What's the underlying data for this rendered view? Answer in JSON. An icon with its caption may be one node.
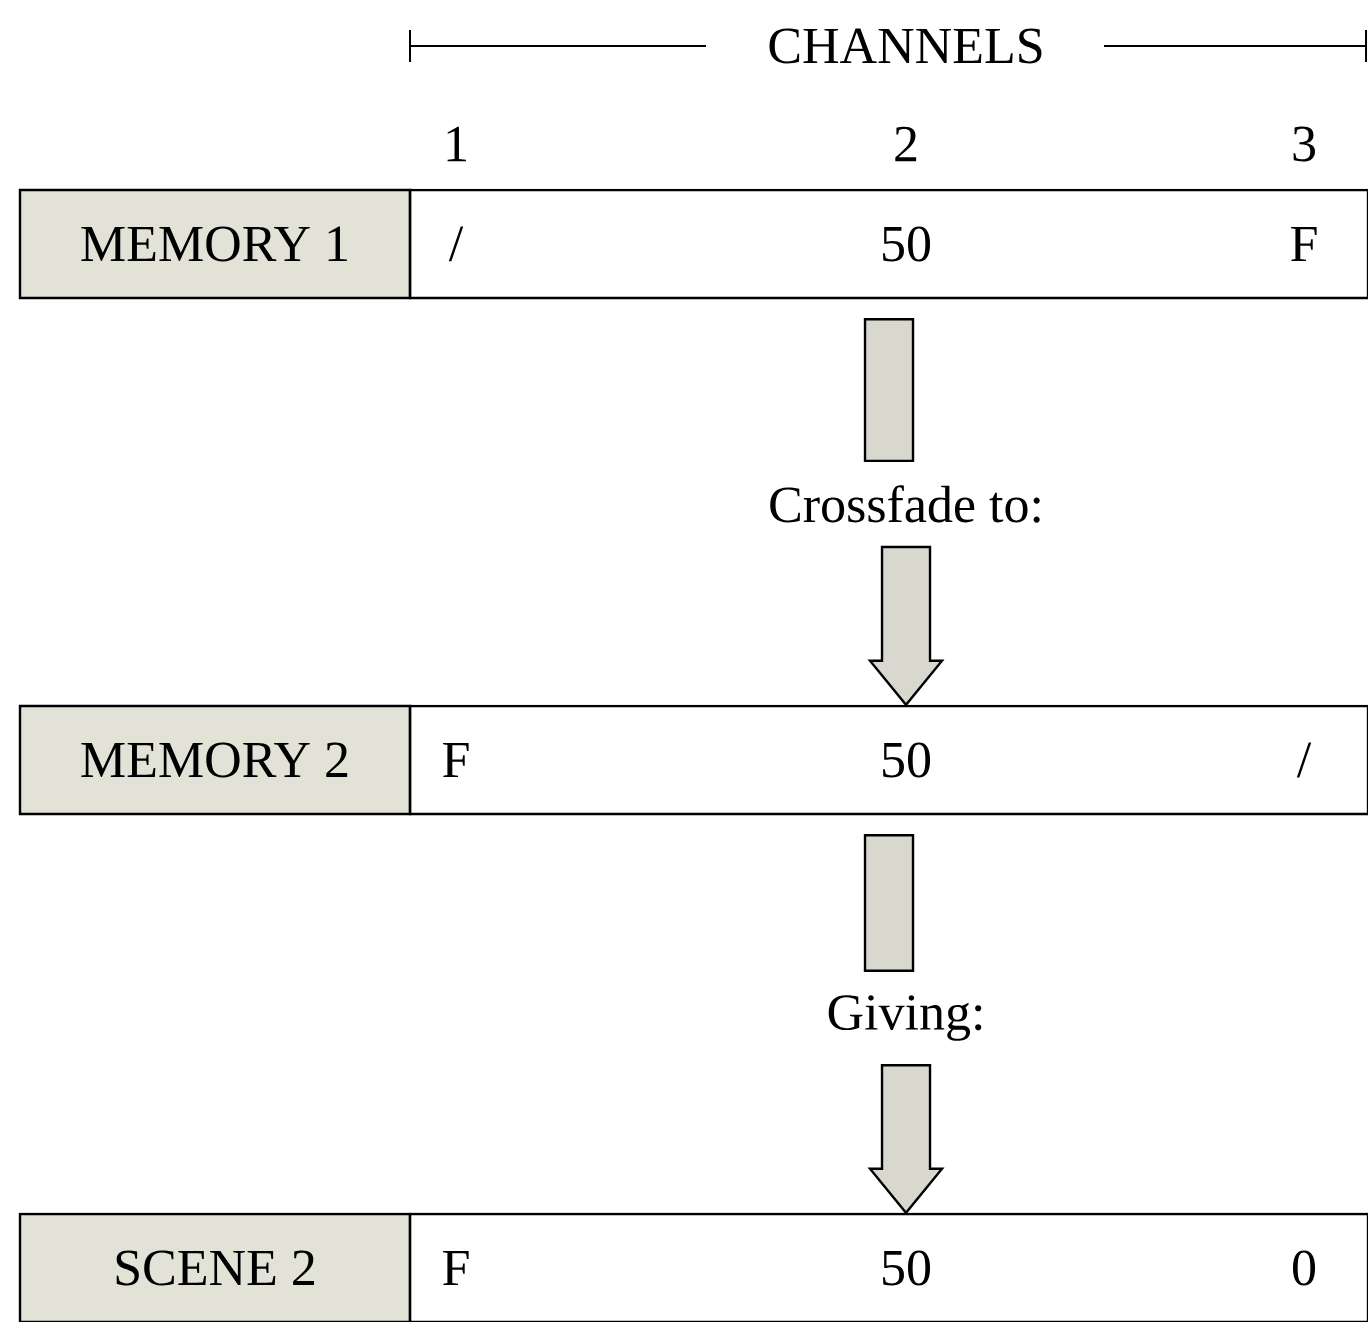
{
  "diagram": {
    "nodes": [
      {
        "text": [
          "MEMORY 1"
        ]
      },
      {
        "text": [
          "/",
          "50",
          "F"
        ]
      },
      {
        "text": [
          "Crossfade to:"
        ]
      },
      {
        "text": [
          "MEMORY 2"
        ]
      },
      {
        "text": [
          "F",
          "50",
          "/"
        ]
      },
      {
        "text": [
          "Giving:"
        ]
      },
      {
        "text": [
          "SCENE 2"
        ]
      },
      {
        "text": [
          "F",
          "50",
          "0"
        ]
      }
    ],
    "edges": [
      {
        "from": 1,
        "to": 2,
        "arrow": "none"
      },
      {
        "from": 2,
        "to": 4,
        "arrow": "to"
      },
      {
        "from": 4,
        "to": 5,
        "arrow": "none"
      },
      {
        "from": 5,
        "to": 7,
        "arrow": "to"
      }
    ],
    "labels": [
      "CHANNELS",
      "1",
      "2",
      "3"
    ]
  }
}
